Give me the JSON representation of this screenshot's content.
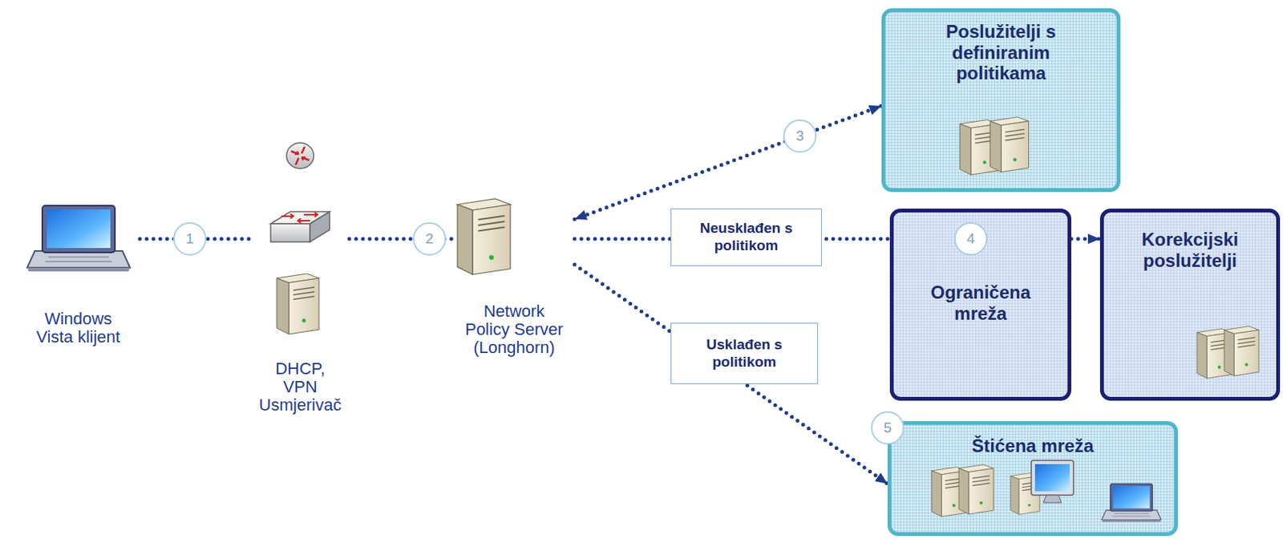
{
  "diagram": {
    "nodes": [
      {
        "text": [
          "Windows Vista klijent"
        ]
      },
      {
        "text": [
          "DHCP, VPN Usmjerivač"
        ]
      },
      {
        "text": [
          "Network Policy Server (Longhorn)"
        ]
      },
      {
        "text": [
          "Poslužitelji s definiranim politikama"
        ]
      },
      {
        "text": [
          "Ograničena mreža"
        ]
      },
      {
        "text": [
          "Korekcijski poslužitelji"
        ]
      },
      {
        "text": [
          "Štićena mreža"
        ]
      }
    ],
    "edges": [
      {
        "from": 0,
        "to": 1,
        "arrow": "none"
      },
      {
        "from": 1,
        "to": 2,
        "arrow": "none"
      },
      {
        "from": 2,
        "to": 3,
        "arrow": "both"
      },
      {
        "from": 2,
        "to": 4,
        "label": "Neusklađen s politikom",
        "arrow": "none"
      },
      {
        "from": 4,
        "to": 5,
        "arrow": "to"
      },
      {
        "from": 2,
        "to": 6,
        "label": "Usklađen s politikom",
        "arrow": "to"
      }
    ],
    "labels": [
      "1",
      "2",
      "3",
      "4",
      "5"
    ]
  }
}
